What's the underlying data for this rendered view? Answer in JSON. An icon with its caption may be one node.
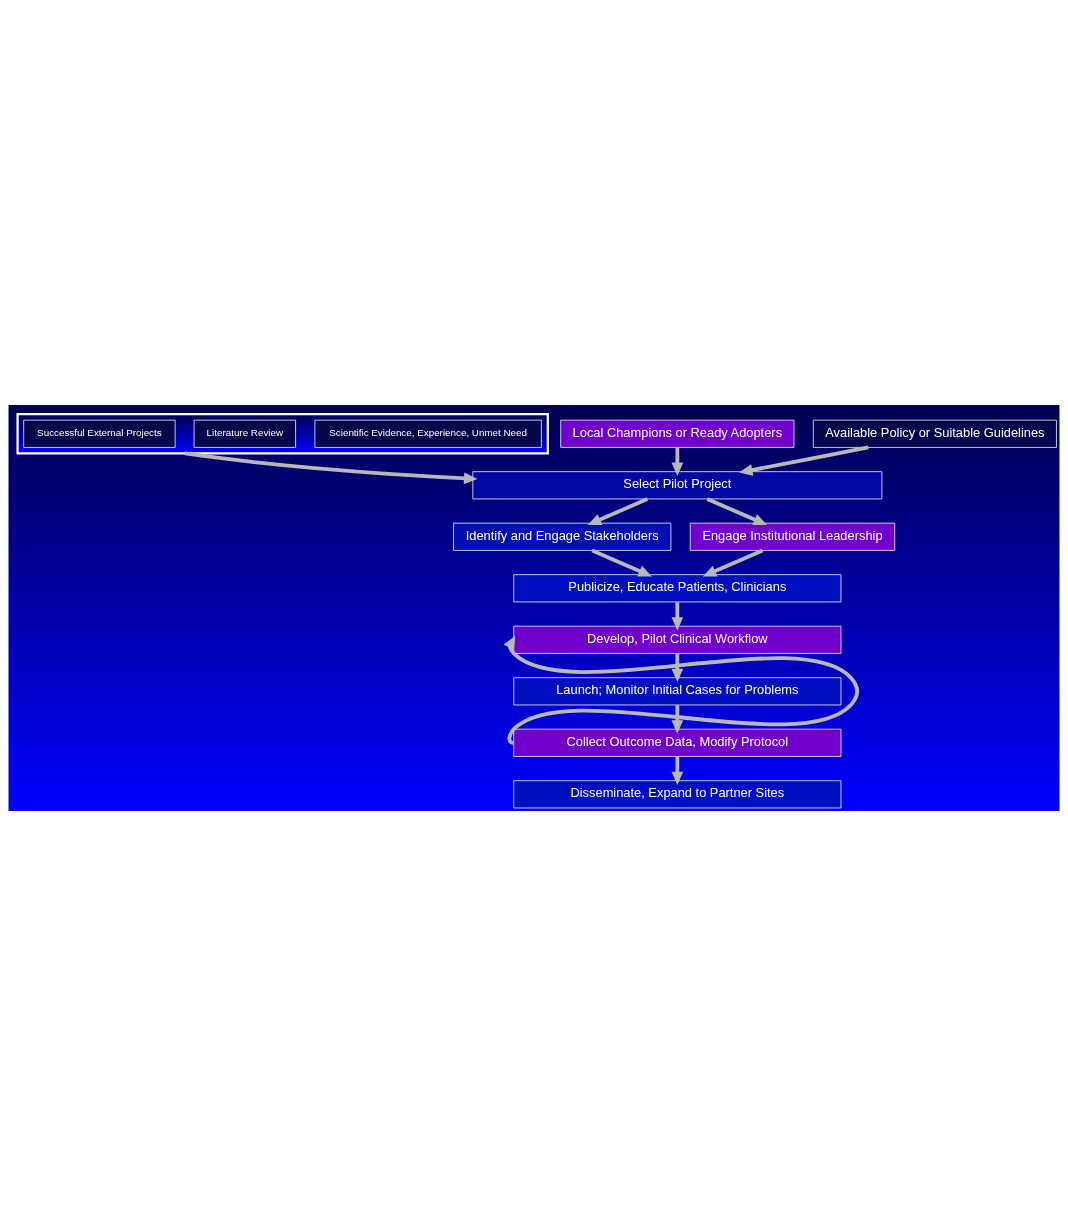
{
  "diagram": {
    "nodes": [
      {
        "text": [],
        "shape": "box"
      },
      {
        "text": [
          "Scientific Evidence, Experience, Unmet Need"
        ],
        "in": 0
      },
      {
        "text": [
          "Literature Review"
        ],
        "in": 0
      },
      {
        "text": [
          "Successful External Projects"
        ],
        "in": 0
      },
      {
        "text": [
          "Local Champions or Ready Adopters"
        ]
      },
      {
        "text": [
          "Available Policy or Suitable Guidelines"
        ]
      },
      {
        "text": [
          "Select Pilot Project"
        ]
      },
      {
        "text": [
          "Identify and Engage Stakeholders"
        ]
      },
      {
        "text": [
          "Engage Institutional Leadership"
        ]
      },
      {
        "text": [
          "Publicize, Educate Patients, Clinicians"
        ]
      },
      {
        "text": [
          "Develop, Pilot Clinical Workflow"
        ]
      },
      {
        "text": [
          "Launch; Monitor Initial Cases for Problems"
        ]
      },
      {
        "text": [
          "Collect Outcome Data, Modify Protocol"
        ]
      },
      {
        "text": [
          "Disseminate, Expand to Partner Sites"
        ]
      }
    ],
    "edges": [
      {
        "from": 0,
        "to": 6,
        "arrow": "to"
      },
      {
        "from": 4,
        "to": 6,
        "arrow": "to"
      },
      {
        "from": 5,
        "to": 6,
        "arrow": "to"
      },
      {
        "from": 6,
        "to": 7,
        "arrow": "to"
      },
      {
        "from": 6,
        "to": 8,
        "arrow": "to"
      },
      {
        "from": 7,
        "to": 9,
        "arrow": "to"
      },
      {
        "from": 8,
        "to": 9,
        "arrow": "to"
      },
      {
        "from": 9,
        "to": 10,
        "arrow": "to"
      },
      {
        "from": 10,
        "to": 11,
        "arrow": "to"
      },
      {
        "from": 11,
        "to": 12,
        "arrow": "to"
      },
      {
        "from": 12,
        "to": 10,
        "arrow": "to"
      },
      {
        "from": 12,
        "to": 13,
        "arrow": "to"
      }
    ]
  }
}
